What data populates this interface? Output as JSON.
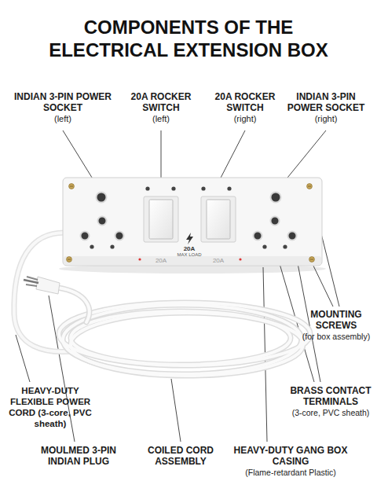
{
  "diagram": {
    "title": "COMPONENTS OF THE ELECTRICAL EXTENSION BOX",
    "labels": [
      "INDIAN 3-PIN POWER SOCKET",
      "(left)",
      "20A ROCKER SWITCH",
      "(left)",
      "20A ROCKER SWITCH",
      "(right)",
      "INDIAN 3-PIN POWER SOCKET",
      "(right)",
      "20A",
      "20A",
      "MAX LOAD",
      "20A",
      "MOUNTING SCREWS",
      "(for box assembly)",
      "HEAVY-DUTY FLEXIBLE POWER CORD (3-core, PVC sheath)",
      "BRASS CONTACT TERMINALS",
      "(3-core, PVC sheath)",
      "MOULMED 3-PIN INDIAN PLUG",
      "COILED CORD ASSEMBLY",
      "HEAVY-DUTY GANG BOX CASING",
      "(Flame-retardant Plastic)"
    ]
  }
}
